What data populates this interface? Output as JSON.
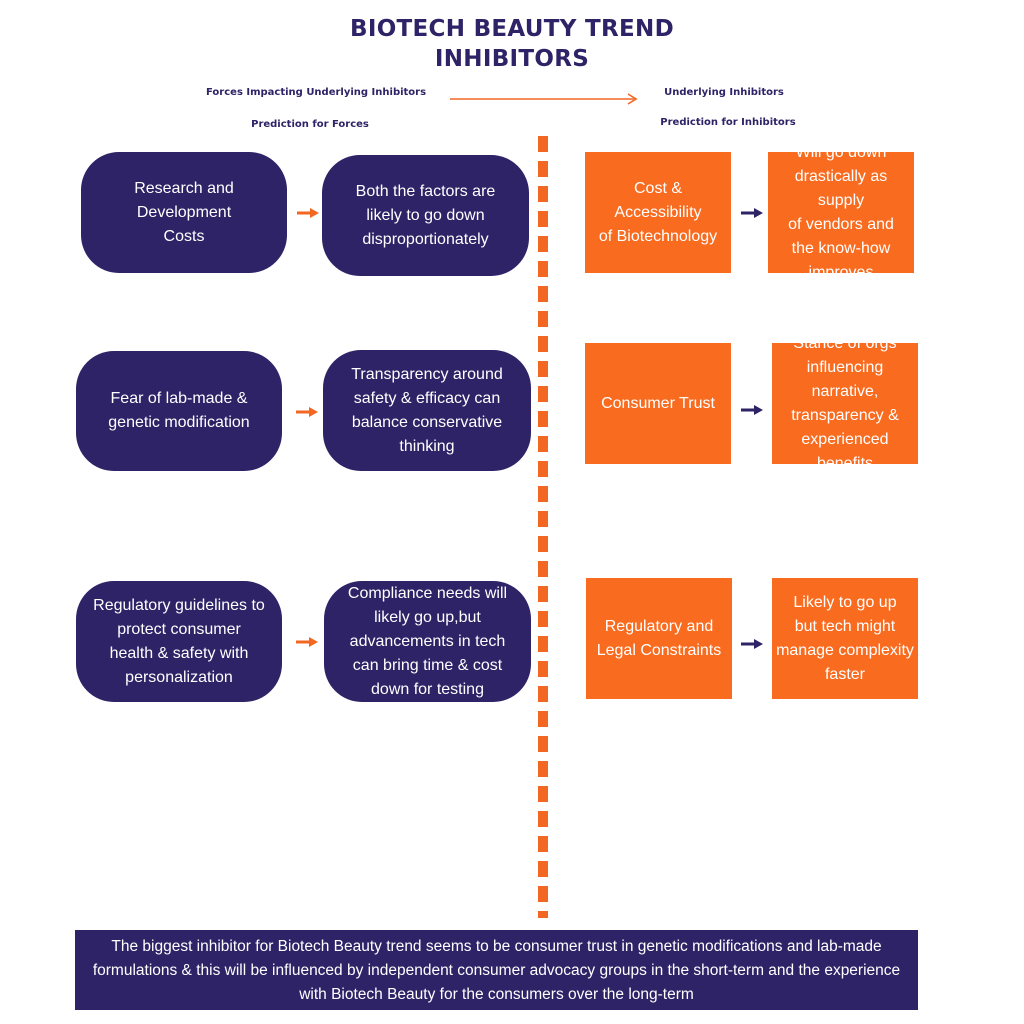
{
  "title": {
    "line1": "BIOTECH BEAUTY TREND",
    "line2": "INHIBITORS"
  },
  "headers": {
    "forces": "Forces Impacting Underlying Inhibitors",
    "prediction_forces": "Prediction for Forces",
    "inhibitors": "Underlying Inhibitors",
    "prediction_inhibitors": "Prediction for Inhibitors"
  },
  "forces": [
    {
      "force": "Research and\nDevelopment\nCosts",
      "prediction": "Both the factors are\nlikely to go down\ndisproportionately"
    },
    {
      "force": "Fear of lab-made &\ngenetic modification",
      "prediction": "Transparency around\nsafety & efficacy can\nbalance conservative\nthinking"
    },
    {
      "force": "Regulatory guidelines to\nprotect consumer\nhealth & safety with\npersonalization",
      "prediction": "Compliance needs will\nlikely go up,but\nadvancements in tech\ncan bring time & cost\ndown for testing"
    }
  ],
  "inhibitors": [
    {
      "inhibitor": "Cost &\nAccessibility\nof Biotechnology",
      "prediction": "Will go down\ndrastically as supply\nof vendors and\nthe know-how\nimproves"
    },
    {
      "inhibitor": "Consumer Trust",
      "prediction": "Stance of orgs\ninfluencing narrative,\ntransparency &\nexperienced\nbenefits"
    },
    {
      "inhibitor": "Regulatory and\nLegal Constraints",
      "prediction": "Likely to go up\nbut tech might\nmanage complexity\nfaster"
    }
  ],
  "summary": "The biggest inhibitor for Biotech Beauty trend seems to be consumer trust in genetic modifications and lab-made formulations & this will be influenced by independent consumer advocacy groups in the short-term and the experience with Biotech Beauty for the consumers over the long-term",
  "colors": {
    "navy": "#2d2366",
    "orange": "#f96b1f"
  }
}
